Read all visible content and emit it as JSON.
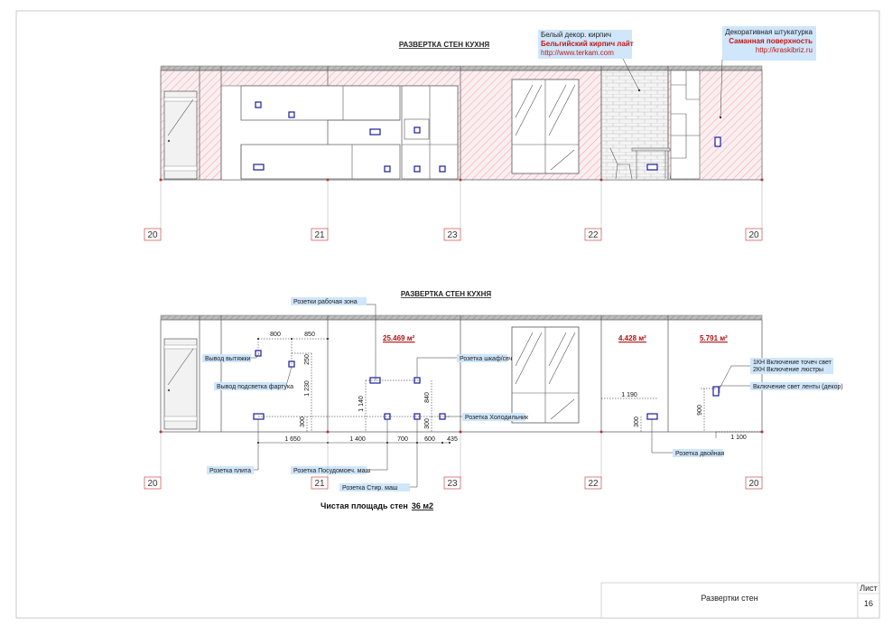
{
  "sheet": {
    "stamp_title": "Развертки стен",
    "stamp_sheet_label": "Лист",
    "stamp_sheet_number": "16"
  },
  "top": {
    "title": "РАЗВЕРТКА СТЕН КУХНЯ",
    "callout_brick": {
      "line1": "Белый декор. кирпич",
      "line2": "Бельгийский кирпич лайт",
      "line3": "http://www.terkam.com"
    },
    "callout_plaster": {
      "line1": "Декоративная штукатурка",
      "line2": "Саманная поверхность",
      "line3": "http://kraskibriz.ru"
    },
    "axes": [
      "20",
      "21",
      "23",
      "22",
      "20"
    ]
  },
  "bottom": {
    "title": "РАЗВЕРТКА СТЕН КУХНЯ",
    "areas": [
      "25.469 м²",
      "4.428 м²",
      "5.791 м²"
    ],
    "labels": {
      "work_zone": "Розетки рабочая зона",
      "hood": "Вывод вытяжки",
      "backsplash": "Вывод подсветка фартука",
      "cabinet": "Розетка шкаф/свч",
      "fridge": "Розетка Холодильник",
      "stove": "Розетка плита",
      "dishwasher": "Розетка Посудомоеч. маш",
      "washer": "Розетка Стир. маш",
      "double": "Розетка двойная",
      "switch1": "1КН Включение точеч свет",
      "switch2": "2КН Включение люстры",
      "led": "Включение свет ленты (декор)"
    },
    "dims": {
      "d800": "800",
      "d850": "850",
      "d250": "250",
      "d1230": "1 230",
      "d300a": "300",
      "d1140": "1 140",
      "d840": "840",
      "d300b": "300",
      "d1650": "1 650",
      "d1400": "1 400",
      "d700": "700",
      "d600": "600",
      "d435": "435",
      "d1190": "1 190",
      "d300c": "300",
      "d900": "900",
      "d1100": "1 100"
    },
    "axes": [
      "20",
      "21",
      "23",
      "22",
      "20"
    ],
    "net_area_label": "Чистая площадь стен",
    "net_area_value": "36 м2"
  },
  "colors": {
    "hatch": "#e8a0a8",
    "plaster_bg": "#f6e3e6",
    "socket": "#1a1aa0",
    "callout_bg": "#cfe6fb",
    "axis_red": "#c03030"
  }
}
